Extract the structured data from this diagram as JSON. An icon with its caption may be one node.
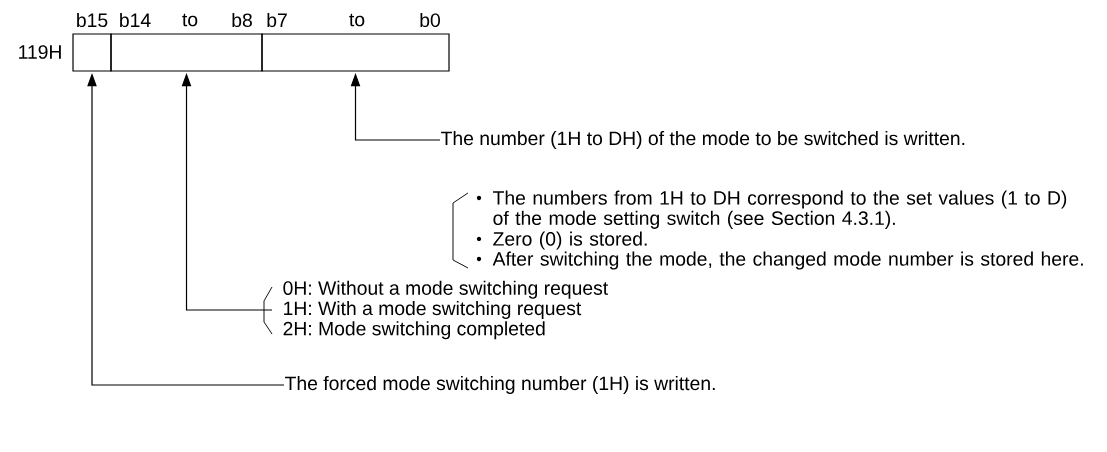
{
  "diagram": {
    "nodes": [
      {
        "text": [],
        "shape": "box"
      },
      {
        "text": [],
        "shape": "box"
      },
      {
        "text": [],
        "shape": "box"
      },
      {
        "text": [
          "The number (1H to DH) of the mode to be switched is written."
        ]
      },
      {
        "text": [
          "0H: Without a mode switching request",
          "1H: With a mode switching request",
          "2H: Mode switching completed"
        ]
      },
      {
        "text": [
          "The forced mode switching number (1H) is written."
        ]
      }
    ],
    "edges": [
      {
        "from": 3,
        "to": 2,
        "arrow": "to"
      },
      {
        "from": 4,
        "to": 1,
        "arrow": "to"
      },
      {
        "from": 5,
        "to": 0,
        "arrow": "to"
      }
    ],
    "labels": [
      "b15",
      "b14",
      "to",
      "b8",
      "b7",
      "to",
      "b0",
      "119H",
      "The numbers from 1H to DH correspond to the set values (1 to D) of the mode setting switch (see Section 4.3.1).",
      "Zero (0) is stored.",
      "After switching the mode, the changed mode number is stored here."
    ]
  }
}
